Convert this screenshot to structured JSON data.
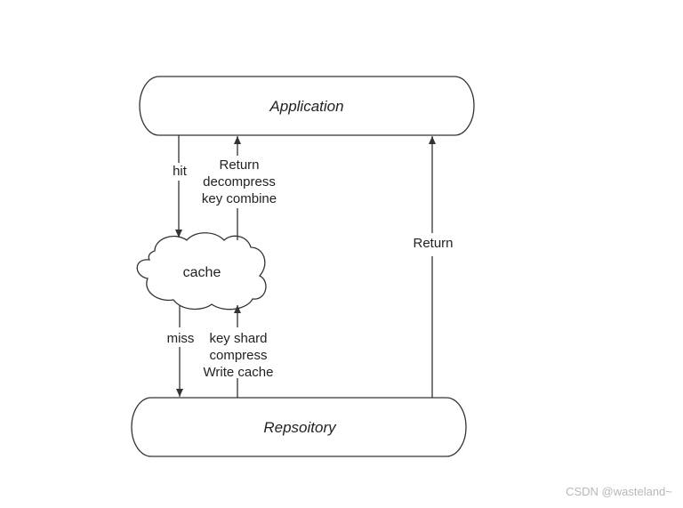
{
  "nodes": {
    "application": "Application",
    "repository": "Repsoitory",
    "cache": "cache"
  },
  "edges": {
    "hit": "hit",
    "miss": "miss",
    "cache_to_app": [
      "Return",
      "decompress",
      "key combine"
    ],
    "repo_to_cache": [
      "key shard",
      "compress",
      "Write cache"
    ],
    "repo_to_app": "Return"
  },
  "watermark": "CSDN @wasteland~",
  "colors": {
    "stroke": "#333333",
    "text": "#222222"
  }
}
